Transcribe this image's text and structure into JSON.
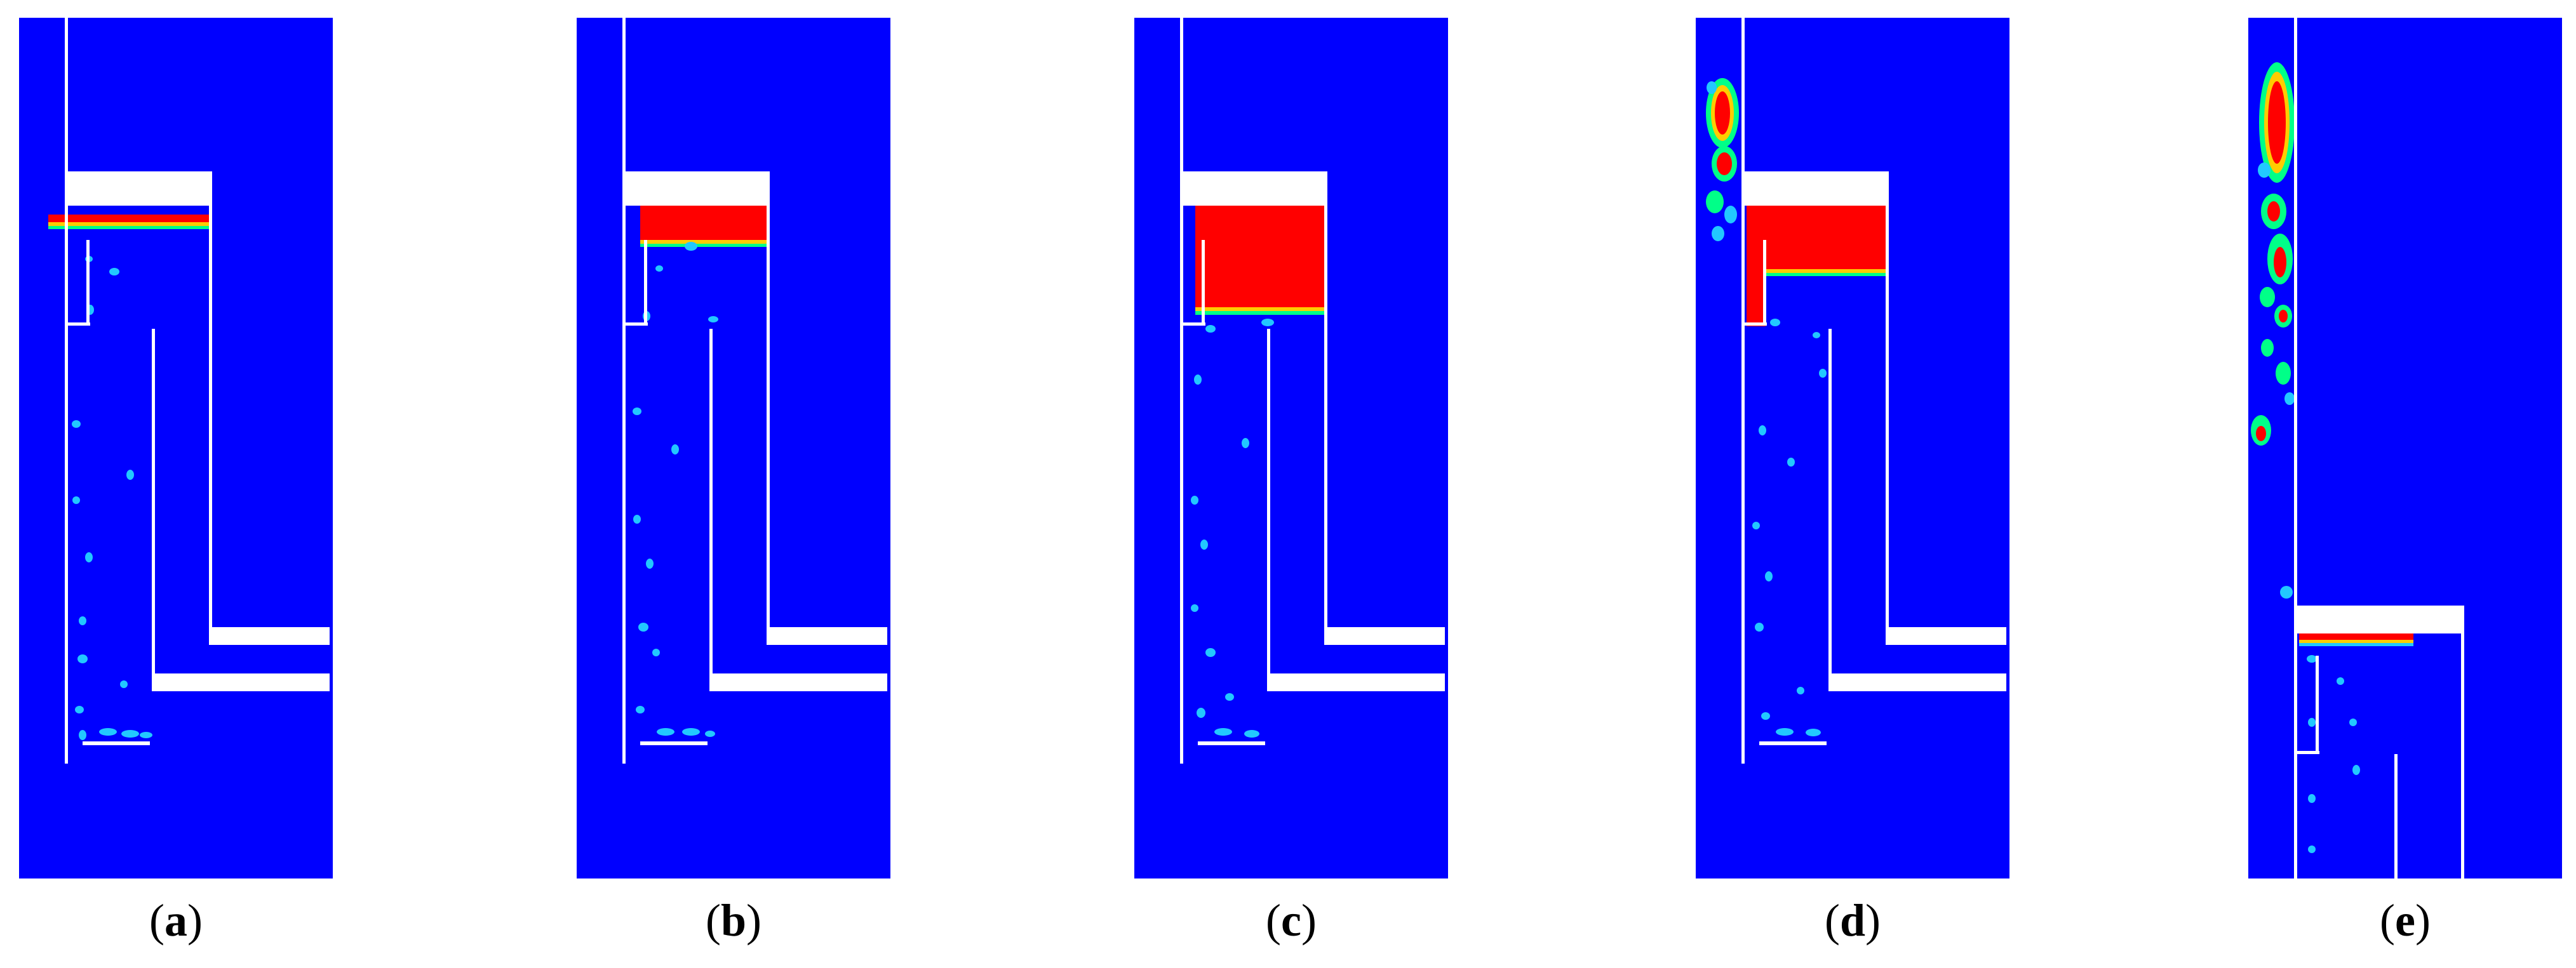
{
  "panels": [
    {
      "id": "a",
      "caption_open": "(",
      "caption_letter": "a",
      "caption_close": ")"
    },
    {
      "id": "b",
      "caption_open": "(",
      "caption_letter": "b",
      "caption_close": ")"
    },
    {
      "id": "c",
      "caption_open": "(",
      "caption_letter": "c",
      "caption_close": ")"
    },
    {
      "id": "d",
      "caption_open": "(",
      "caption_letter": "d",
      "caption_close": ")"
    },
    {
      "id": "e",
      "caption_open": "(",
      "caption_letter": "e",
      "caption_close": ")"
    }
  ],
  "colors": {
    "background_field": "#0000ff",
    "phase_high": "#ff0000",
    "phase_mid": "#00ff66",
    "phase_low": "#00aaff",
    "geometry": "#ffffff"
  }
}
